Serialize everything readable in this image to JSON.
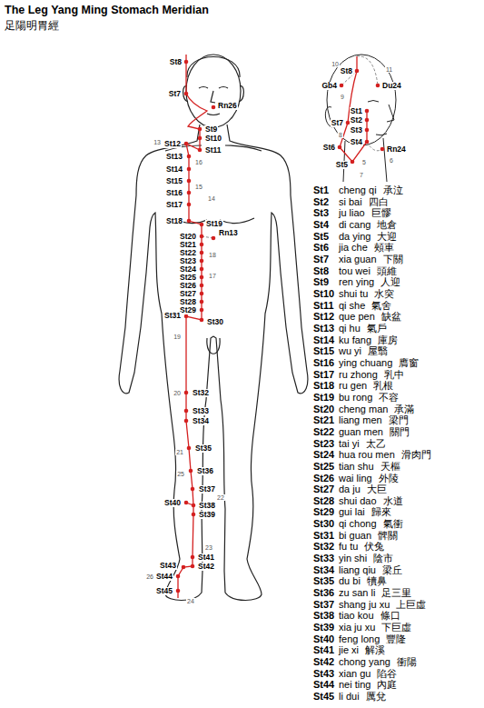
{
  "diagram": {
    "title": "The Leg Yang Ming Stomach Meridian",
    "labels": [
      "足陽明胃經",
      "St8",
      "St7",
      "Rn26",
      "St9",
      "St10",
      "St11",
      "St12",
      "13",
      "St13",
      "16",
      "St14",
      "St15",
      "15",
      "St16",
      "St17",
      "14",
      "St18",
      "St19",
      "St20",
      "Rn13",
      "St21",
      "St22",
      "St23",
      "St24",
      "St25",
      "St26",
      "St27",
      "St28",
      "St29",
      "18",
      "17",
      "St31",
      "St30",
      "19",
      "St32",
      "20",
      "St33",
      "St34",
      "21",
      "St35",
      "25",
      "St36",
      "St37",
      "22",
      "St40",
      "St38",
      "St39",
      "23",
      "St41",
      "St42",
      "St43",
      "26",
      "St44",
      "St45",
      "24",
      "St8",
      "10",
      "11",
      "Gb4",
      "Du24",
      "9",
      "St1",
      "St2",
      "St7",
      "St3",
      "8",
      "St4",
      "7",
      "St6",
      "Rn24",
      "6",
      "5",
      "St5",
      "St1",
      "cheng qi",
      "承泣",
      "St2",
      "si bai",
      "四白",
      "St3",
      "ju liao",
      "巨髎",
      "St4",
      "di cang",
      "地倉",
      "St5",
      "da ying",
      "大迎",
      "St6",
      "jia che",
      "頰車",
      "St7",
      "xia guan",
      "下關",
      "St8",
      "tou wei",
      "頭維",
      "St9",
      "ren ying",
      "人迎",
      "St10",
      "shui tu",
      "水突",
      "St11",
      "qi she",
      "氣舍",
      "St12",
      "que pen",
      "缺盆",
      "St13",
      "qi hu",
      "氣戶",
      "St14",
      "ku fang",
      "庫房",
      "St15",
      "wu yi",
      "屋翳",
      "St16",
      "ying chuang",
      "膺窗",
      "St17",
      "ru zhong",
      "乳中",
      "St18",
      "ru gen",
      "乳根",
      "St19",
      "bu rong",
      "不容",
      "St20",
      "cheng man",
      "承滿",
      "St21",
      "liang men",
      "梁門",
      "St22",
      "guan men",
      "關門",
      "St23",
      "tai yi",
      "太乙",
      "St24",
      "hua rou men",
      "滑肉門",
      "St25",
      "tian shu",
      "天樞",
      "St26",
      "wai ling",
      "外陵",
      "St27",
      "da ju",
      "大巨",
      "St28",
      "shui dao",
      "水道",
      "St29",
      "gui lai",
      "歸來",
      "St30",
      "qi chong",
      "氣衝",
      "St31",
      "bi guan",
      "髀關",
      "St32",
      "fu tu",
      "伏兔",
      "St33",
      "yin shi",
      "陰市",
      "St34",
      "liang qiu",
      "梁丘",
      "St35",
      "du bi",
      "犢鼻",
      "St36",
      "zu san li",
      "足三里",
      "St37",
      "shang ju xu",
      "上巨虛",
      "St38",
      "tiao kou",
      "條口",
      "St39",
      "xia ju xu",
      "下巨虛",
      "St40",
      "feng long",
      "豐隆",
      "St41",
      "jie xi",
      "解溪",
      "St42",
      "chong yang",
      "衝陽",
      "St43",
      "xian gu",
      "陷谷",
      "St44",
      "nei ting",
      "內庭",
      "St45",
      "li dui",
      "厲兌"
    ]
  }
}
